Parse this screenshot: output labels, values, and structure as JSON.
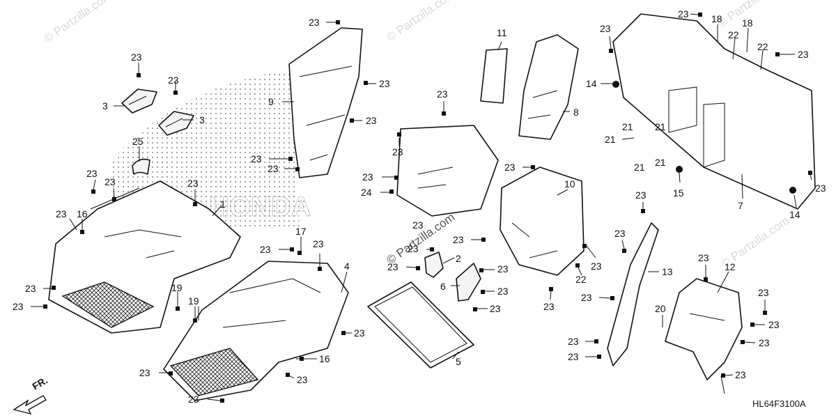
{
  "watermark": "© Partzilla.com",
  "watermark_text_top_right": "© Partzilla.com",
  "honda_emblem_text": "HONDA",
  "diagram_code": "HL64F3100A",
  "front_indicator": "FR.",
  "callouts": {
    "c23_a": "23",
    "c23_b": "23",
    "c23_c": "23",
    "c23_d": "23",
    "c23_e": "23",
    "c23_f": "23",
    "c23_g": "23",
    "c23_h": "23",
    "c23_i": "23",
    "c23_j": "23",
    "c23_k": "23",
    "c23_l": "23",
    "c23_m": "23",
    "c23_n": "23",
    "c23_o": "23",
    "c23_p": "23",
    "c23_q": "23",
    "c23_r": "23",
    "c23_s": "23",
    "c23_t": "23",
    "c23_u": "23",
    "c23_v": "23",
    "c23_w": "23",
    "c23_x": "23",
    "c23_y": "23",
    "c23_z": "23",
    "c23_aa": "23",
    "c23_ab": "23",
    "c23_ac": "23",
    "c23_ad": "23",
    "c23_ae": "23",
    "c23_af": "23",
    "c23_ag": "23",
    "c23_ah": "23",
    "c23_ai": "23",
    "c23_aj": "23",
    "c23_ak": "23",
    "c23_al": "23",
    "c23_am": "23",
    "c23_an": "23",
    "c23_ao": "23",
    "c23_ap": "23",
    "c23_aq": "23",
    "c23_ar": "23",
    "c23_as": "23",
    "c23_at": "23",
    "c1": "1",
    "c2": "2",
    "c3_a": "3",
    "c3_b": "3",
    "c4": "4",
    "c5": "5",
    "c6": "6",
    "c7": "7",
    "c8": "8",
    "c9": "9",
    "c10": "10",
    "c11": "11",
    "c12": "12",
    "c13": "13",
    "c14_a": "14",
    "c14_b": "14",
    "c15": "15",
    "c16_a": "16",
    "c16_b": "16",
    "c17": "17",
    "c18_a": "18",
    "c18_b": "18",
    "c19_a": "19",
    "c19_b": "19",
    "c20": "20",
    "c21_a": "21",
    "c21_b": "21",
    "c21_c": "21",
    "c21_d": "21",
    "c21_e": "21",
    "c22_a": "22",
    "c22_b": "22",
    "c22_c": "22",
    "c24": "24",
    "c25": "25"
  }
}
